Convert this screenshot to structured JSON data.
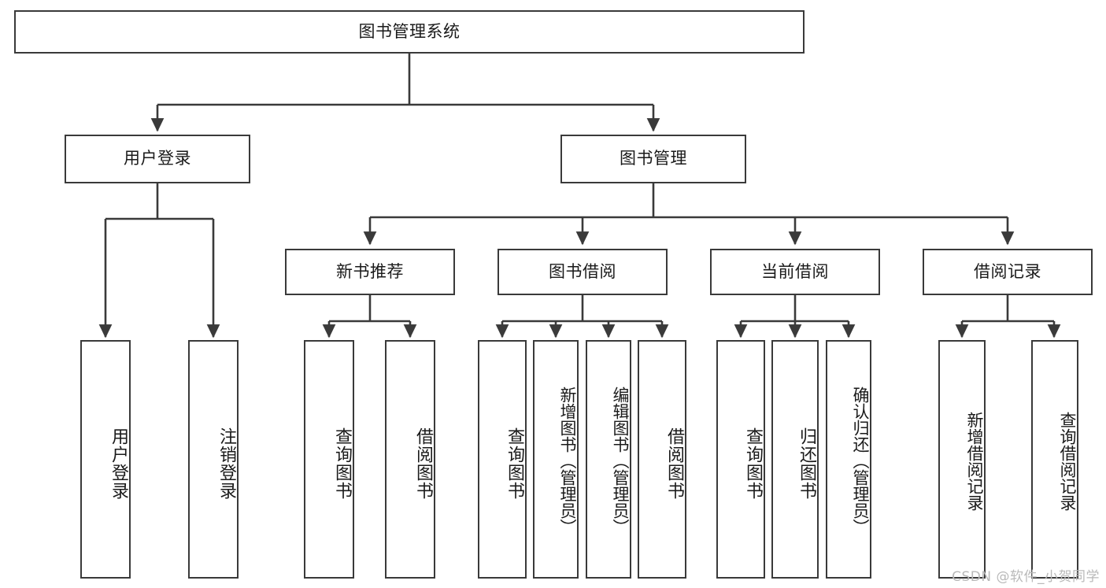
{
  "diagram": {
    "type": "tree-hierarchy",
    "title": "图书管理系统",
    "watermark": "CSDN @软件_小贺同学",
    "colors": {
      "box_border": "#3a3a3a",
      "edge": "#3a3a3a",
      "background": "#ffffff",
      "text": "#1a1a1a",
      "watermark": "#b9b9b9"
    },
    "nodes": {
      "root": {
        "label": "图书管理系统",
        "level": 1,
        "orientation": "horizontal"
      },
      "l2": [
        {
          "id": "user-login",
          "label": "用户登录",
          "level": 2,
          "orientation": "horizontal"
        },
        {
          "id": "book-manage",
          "label": "图书管理",
          "level": 2,
          "orientation": "horizontal"
        }
      ],
      "l3": [
        {
          "id": "new-book-recommend",
          "label": "新书推荐",
          "level": 3,
          "orientation": "horizontal",
          "parent": "book-manage"
        },
        {
          "id": "book-borrow",
          "label": "图书借阅",
          "level": 3,
          "orientation": "horizontal",
          "parent": "book-manage"
        },
        {
          "id": "current-borrow",
          "label": "当前借阅",
          "level": 3,
          "orientation": "horizontal",
          "parent": "book-manage"
        },
        {
          "id": "borrow-record",
          "label": "借阅记录",
          "level": 3,
          "orientation": "horizontal",
          "parent": "book-manage"
        }
      ],
      "leaves": [
        {
          "id": "leaf-user-login",
          "label": "用户登录",
          "parent": "user-login",
          "orientation": "vertical"
        },
        {
          "id": "leaf-user-logout",
          "label": "注销登录",
          "parent": "user-login",
          "orientation": "vertical"
        },
        {
          "id": "leaf-query-book-1",
          "label": "查询图书",
          "parent": "new-book-recommend",
          "orientation": "vertical"
        },
        {
          "id": "leaf-borrow-book-1",
          "label": "借阅图书",
          "parent": "new-book-recommend",
          "orientation": "vertical"
        },
        {
          "id": "leaf-query-book-2",
          "label": "查询图书",
          "parent": "book-borrow",
          "orientation": "vertical"
        },
        {
          "id": "leaf-add-book",
          "label": "新增图书（管理员）",
          "parent": "book-borrow",
          "orientation": "vertical"
        },
        {
          "id": "leaf-edit-book",
          "label": "编辑图书（管理员）",
          "parent": "book-borrow",
          "orientation": "vertical"
        },
        {
          "id": "leaf-borrow-book-2",
          "label": "借阅图书",
          "parent": "book-borrow",
          "orientation": "vertical"
        },
        {
          "id": "leaf-query-book-3",
          "label": "查询图书",
          "parent": "current-borrow",
          "orientation": "vertical"
        },
        {
          "id": "leaf-return-book",
          "label": "归还图书",
          "parent": "current-borrow",
          "orientation": "vertical"
        },
        {
          "id": "leaf-confirm-return",
          "label": "确认归还（管理员）",
          "parent": "current-borrow",
          "orientation": "vertical"
        },
        {
          "id": "leaf-add-record",
          "label": "新增借阅记录",
          "parent": "borrow-record",
          "orientation": "vertical"
        },
        {
          "id": "leaf-query-record",
          "label": "查询借阅记录",
          "parent": "borrow-record",
          "orientation": "vertical"
        }
      ]
    }
  }
}
